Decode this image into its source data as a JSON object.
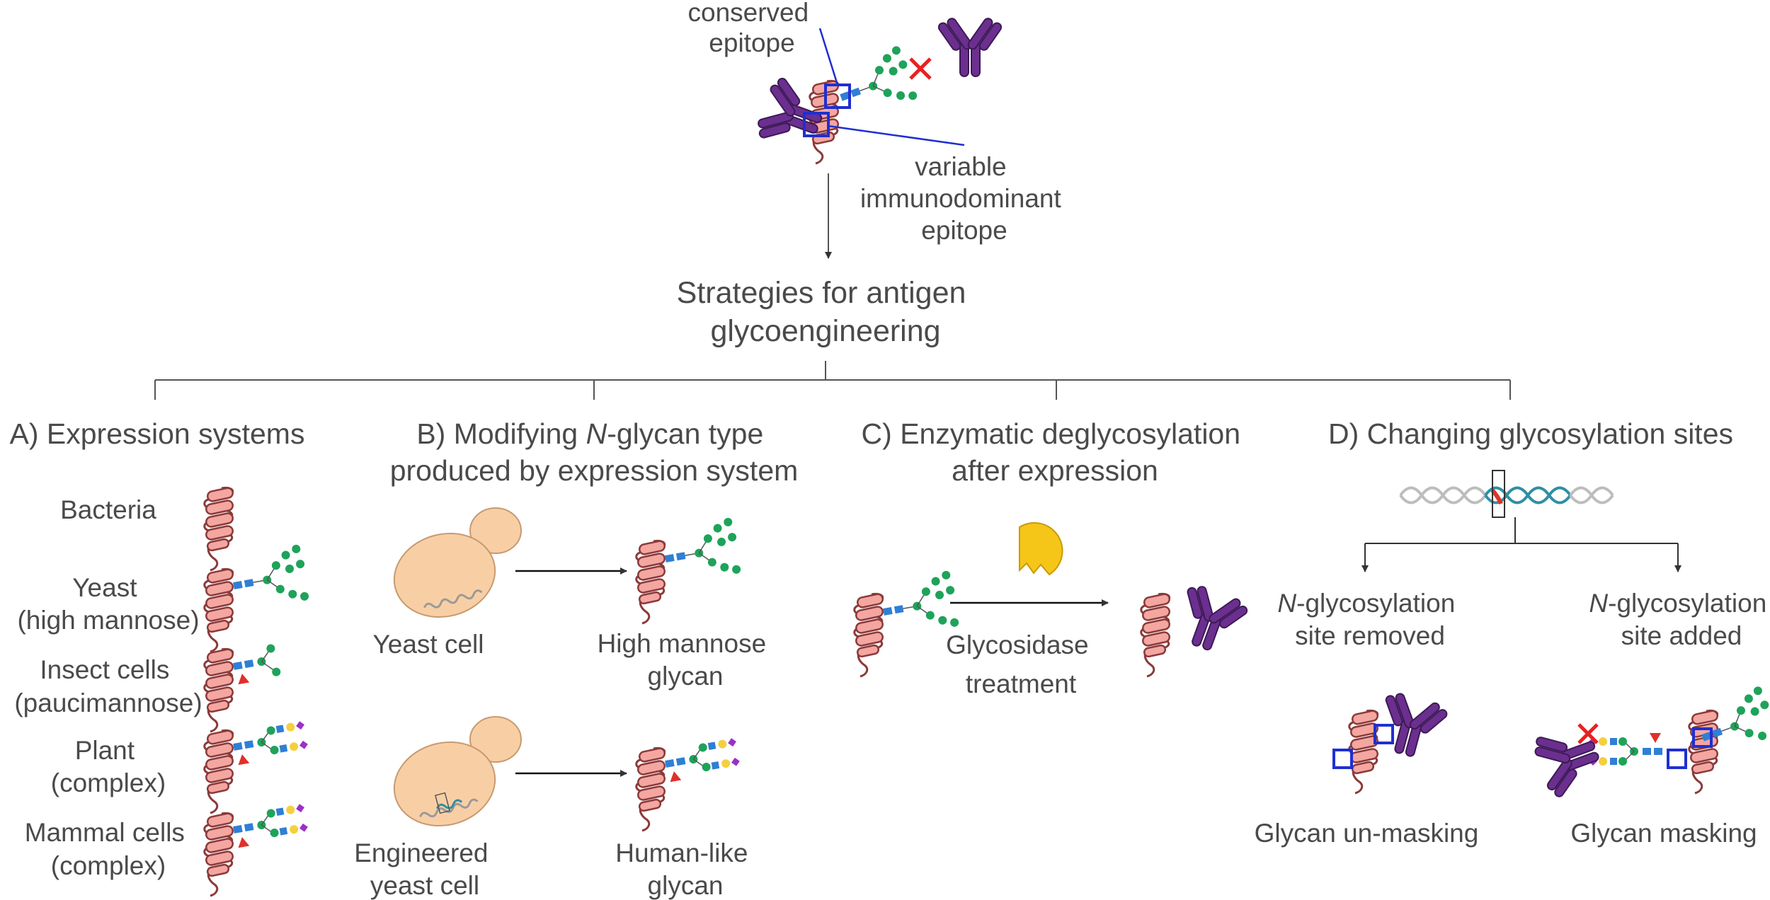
{
  "top": {
    "conserved_line1": "conserved",
    "conserved_line2": "epitope",
    "variable_line1": "variable",
    "variable_line2": "immunodominant",
    "variable_line3": "epitope"
  },
  "title": {
    "line1": "Strategies for antigen",
    "line2": "glycoengineering"
  },
  "sections": {
    "a": {
      "heading": "A) Expression systems",
      "items": [
        {
          "line1": "Bacteria",
          "line2": ""
        },
        {
          "line1": "Yeast",
          "line2": "(high mannose)"
        },
        {
          "line1": "Insect cells",
          "line2": "(paucimannose)"
        },
        {
          "line1": "Plant",
          "line2": "(complex)"
        },
        {
          "line1": "Mammal cells",
          "line2": "(complex)"
        }
      ]
    },
    "b": {
      "heading_line1_pre": "B) Modifying ",
      "heading_line1_em": "N",
      "heading_line1_post": "-glycan type",
      "heading_line2": "produced by expression system",
      "yeast_cell": "Yeast cell",
      "high_mannose_line1": "High mannose",
      "high_mannose_line2": "glycan",
      "engineered_line1": "Engineered",
      "engineered_line2": "yeast cell",
      "humanlike_line1": "Human-like",
      "humanlike_line2": "glycan"
    },
    "c": {
      "heading_line1": "C) Enzymatic deglycosylation",
      "heading_line2": "after expression",
      "treatment_line1": "Glycosidase",
      "treatment_line2": "treatment"
    },
    "d": {
      "heading": "D) Changing glycosylation sites",
      "removed_em": "N",
      "removed_line1_post": "-glycosylation",
      "removed_line2": "site removed",
      "added_em": "N",
      "added_line1_post": "-glycosylation",
      "added_line2": "site added",
      "unmasking": "Glycan un-masking",
      "masking": "Glycan masking"
    }
  },
  "colors": {
    "protein": "#f4a6a1",
    "protein_stroke": "#8b3a3a",
    "antibody": "#6b2f8f",
    "glcnac": "#2f7fd6",
    "mannose": "#1ea35a",
    "galactose": "#f4d03f",
    "sialic": "#9b30c9",
    "fucose": "#e0302a",
    "epitope_box": "#1f2fd1",
    "cross": "#e8211f",
    "enzyme": "#f5c518",
    "cell": "#f8cfa5",
    "dna_teal": "#2e8fa3",
    "dna_grey": "#bdbdbd",
    "dna_red": "#d9362a"
  }
}
